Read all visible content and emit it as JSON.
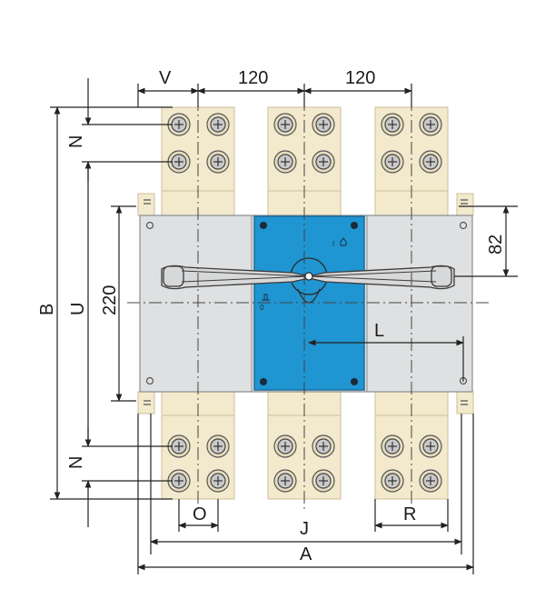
{
  "diagram": {
    "labels": {
      "V": "V",
      "pitch1": "120",
      "pitch2": "120",
      "N_top": "N",
      "N_bottom": "N",
      "B": "B",
      "U": "U",
      "h220": "220",
      "h82": "82",
      "L": "L",
      "O": "O",
      "J": "J",
      "R": "R",
      "A": "A"
    },
    "symbols": {
      "on_mark": "I",
      "off_mark": "0"
    },
    "colors": {
      "busbar": "#f3e9cc",
      "body": "#dfe0e1",
      "panel": "#1f95d2",
      "line": "#222222"
    }
  }
}
